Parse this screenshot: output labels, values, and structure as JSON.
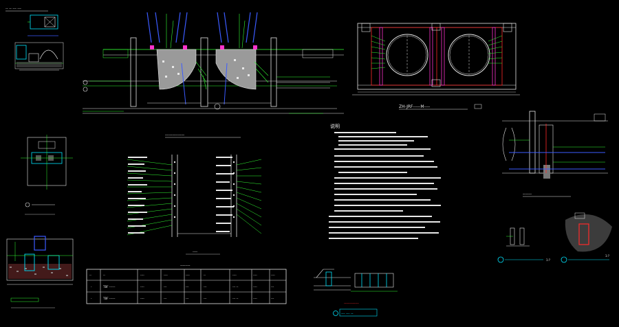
{
  "colors": {
    "background": "#000000",
    "line_white": "#e8e8e8",
    "line_green": "#33ff33",
    "line_cyan": "#00e5ff",
    "line_red": "#ff2a2a",
    "line_blue": "#3b5bff",
    "line_magenta": "#ff33cc",
    "line_yellow": "#ffff33",
    "hatch_gray": "#9a9a9a"
  },
  "sheet": {
    "title_top_left": "-- -- --- ---",
    "plan_title": "ZH-JRF-----M----",
    "section_left_title": "-------------",
    "notes_heading": "说明",
    "table_title": "--------",
    "bottom_blue_label": "--- --- --",
    "bottom_red_label": "------------",
    "right_detail_title": "------",
    "right_small_label_1": "1:?",
    "right_small_label_2": "1:?",
    "center_small_label": "----"
  },
  "table": {
    "headers": [
      "--",
      "--",
      "----",
      "----",
      "----",
      "--",
      "----",
      "----",
      "----"
    ],
    "rows": [
      [
        "-",
        "TBF ------",
        "----",
        "---",
        "---",
        "---",
        "--- --",
        "----",
        "---"
      ],
      [
        "-",
        "TBF ------",
        "----",
        "---",
        "---",
        "---",
        "--- --",
        "----",
        "---"
      ]
    ]
  }
}
